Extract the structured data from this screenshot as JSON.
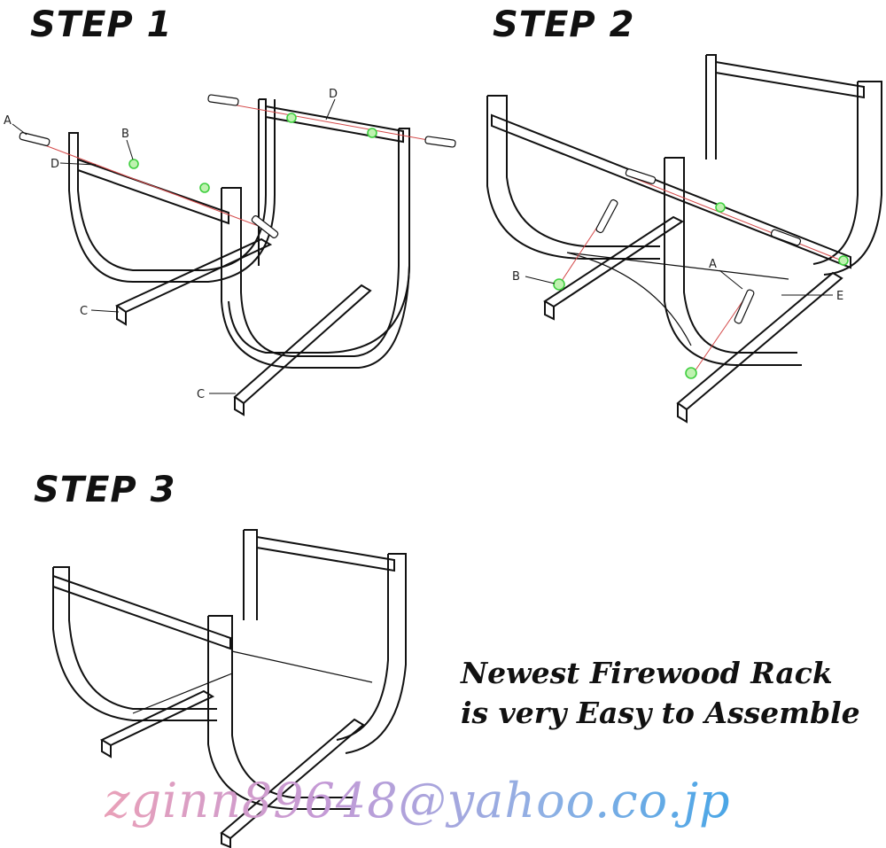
{
  "steps": [
    {
      "title": "STEP 1"
    },
    {
      "title": "STEP 2"
    },
    {
      "title": "STEP 3"
    }
  ],
  "step1_labels": {
    "a": "A",
    "b": "B",
    "c1": "C",
    "c2": "C",
    "d1": "D",
    "d2": "D"
  },
  "step2_labels": {
    "a": "A",
    "b": "B",
    "e": "E"
  },
  "caption": {
    "line1": "Newest Firewood Rack",
    "line2": "is very Easy to Assemble"
  },
  "watermark": "zginn89648@yahoo.co.jp",
  "colors": {
    "line": "#111111",
    "axis": "#d44a4a",
    "washer": "#3fcf3f"
  }
}
